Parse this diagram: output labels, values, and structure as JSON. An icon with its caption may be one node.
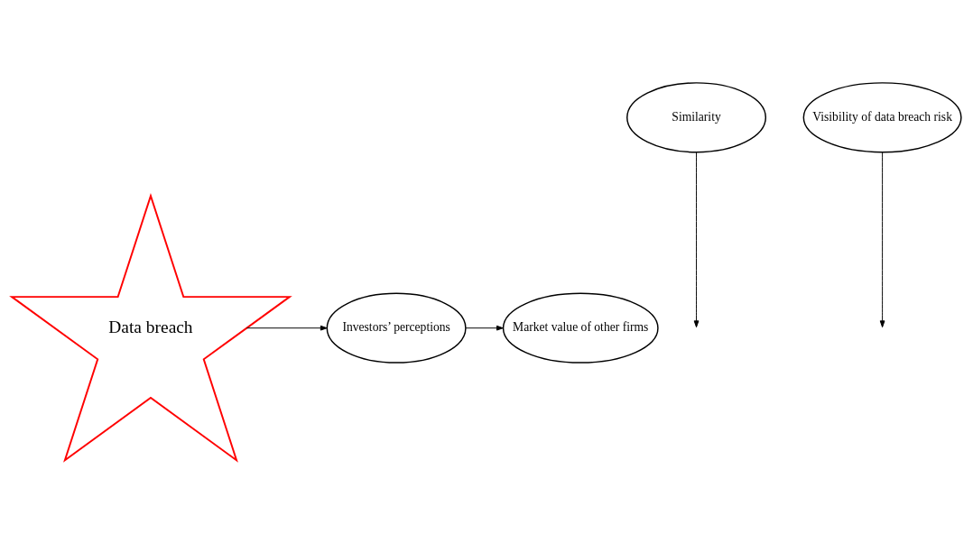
{
  "diagram": {
    "nodes": [
      {
        "text": [
          "Data breach"
        ]
      },
      {
        "text": [
          "Similarity"
        ]
      },
      {
        "text": [
          "Investors’ perceptions"
        ]
      },
      {
        "text": [
          "Market value of other firms"
        ]
      },
      {
        "text": [
          "Visibility of data breach risk"
        ]
      }
    ],
    "edges": [
      {
        "from": 0,
        "to": 2,
        "arrow": "to"
      },
      {
        "from": 1,
        "to": null,
        "arrow": "to"
      },
      {
        "from": 4,
        "to": null,
        "arrow": "to"
      },
      {
        "from": 2,
        "to": 3,
        "arrow": "to"
      }
    ]
  }
}
